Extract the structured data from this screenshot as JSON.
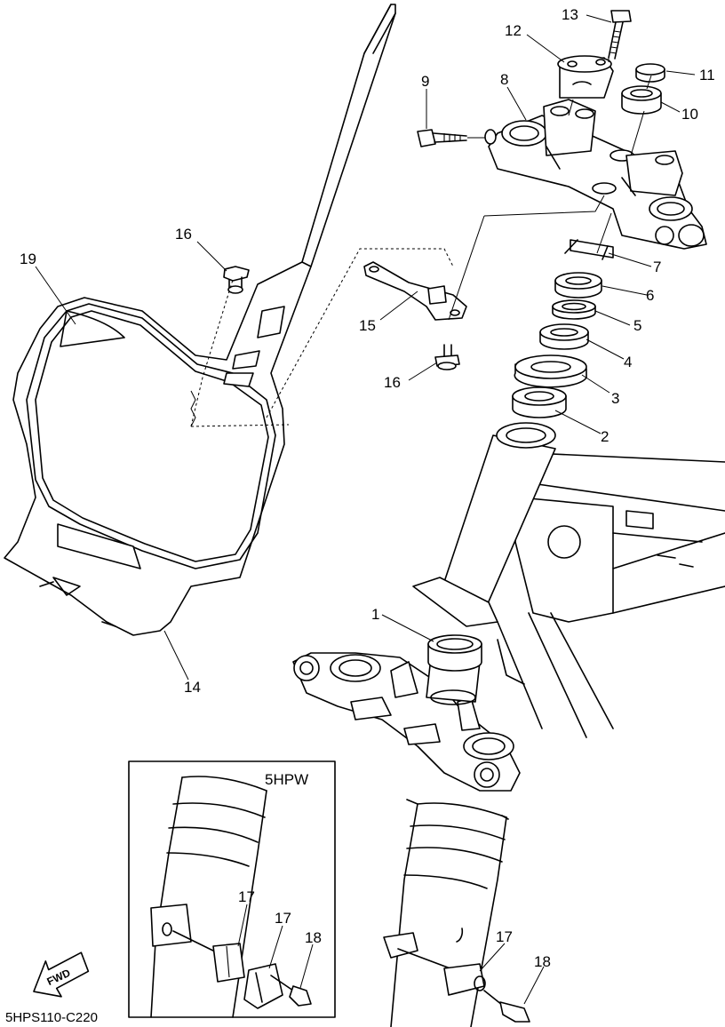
{
  "diagram": {
    "drawing_code": "5HPS110-C220",
    "inset_label": "5HPW",
    "direction_label": "FWD",
    "part_callouts": {
      "p1": "1",
      "p2": "2",
      "p3": "3",
      "p4": "4",
      "p5": "5",
      "p6": "6",
      "p7": "7",
      "p8": "8",
      "p9": "9",
      "p10": "10",
      "p11": "11",
      "p12": "12",
      "p13": "13",
      "p14": "14",
      "p15": "15",
      "p16a": "16",
      "p16b": "16",
      "p17a": "17",
      "p17b": "17",
      "p17c": "17",
      "p18a": "18",
      "p18b": "18",
      "p19": "19"
    }
  }
}
